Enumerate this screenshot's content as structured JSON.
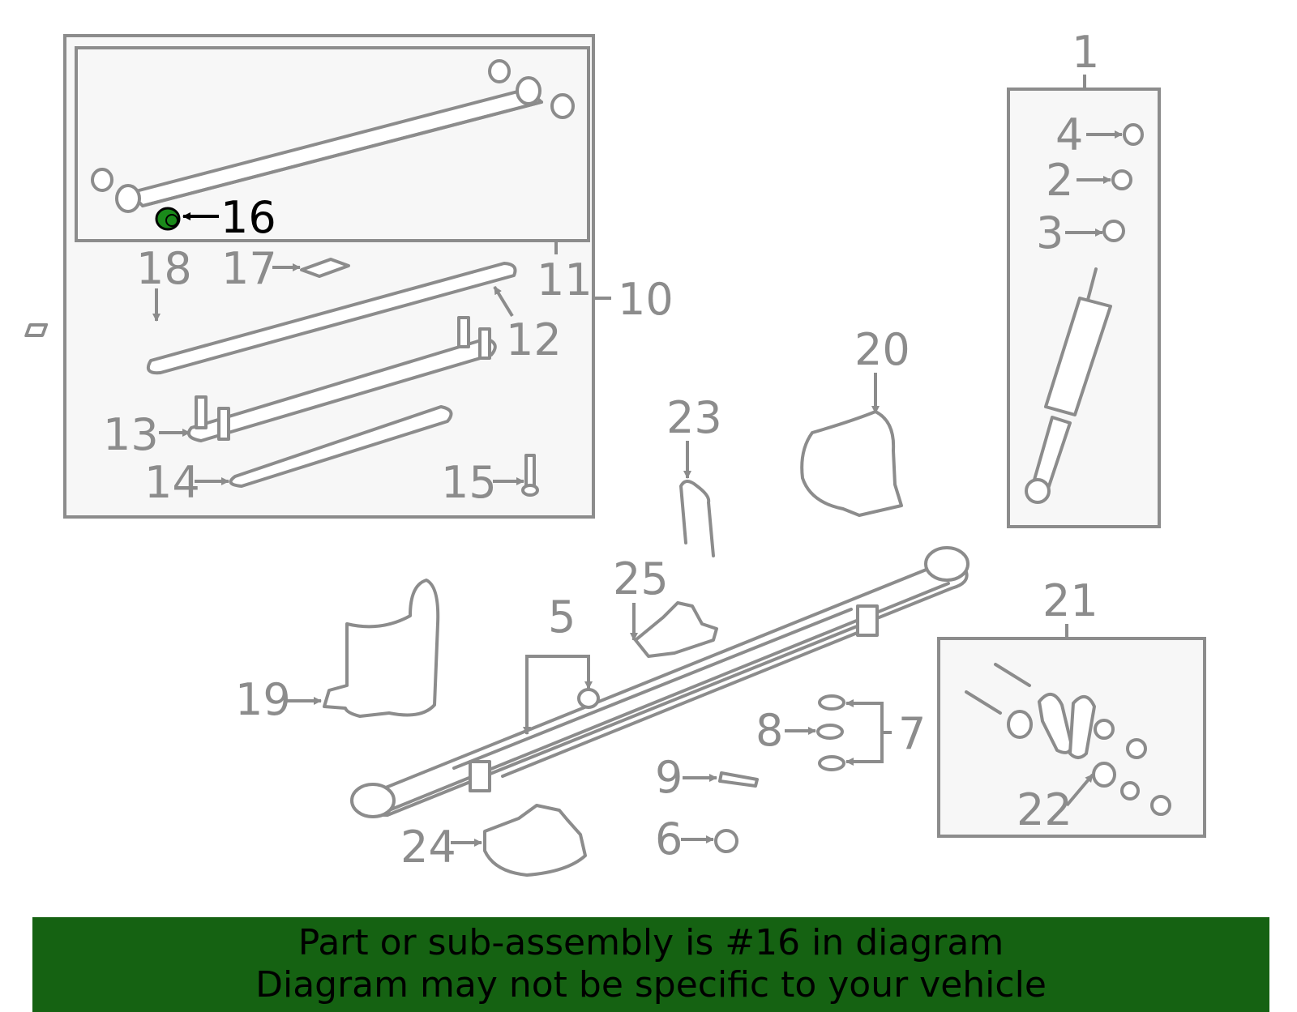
{
  "banner": {
    "line1": "Part or sub-assembly is #16 in diagram",
    "line2": "Diagram may not be specific to your vehicle",
    "background_color": "#156212"
  },
  "highlight": {
    "part_number": "16",
    "color": "#1a8a1a"
  },
  "callouts": {
    "c1": "1",
    "c2": "2",
    "c3": "3",
    "c4": "4",
    "c5": "5",
    "c6": "6",
    "c7": "7",
    "c8": "8",
    "c9": "9",
    "c10": "10",
    "c11": "11",
    "c12": "12",
    "c13": "13",
    "c14": "14",
    "c15": "15",
    "c16": "16",
    "c17": "17",
    "c18": "18",
    "c19": "19",
    "c20": "20",
    "c21": "21",
    "c22": "22",
    "c23": "23",
    "c24": "24",
    "c25": "25"
  }
}
